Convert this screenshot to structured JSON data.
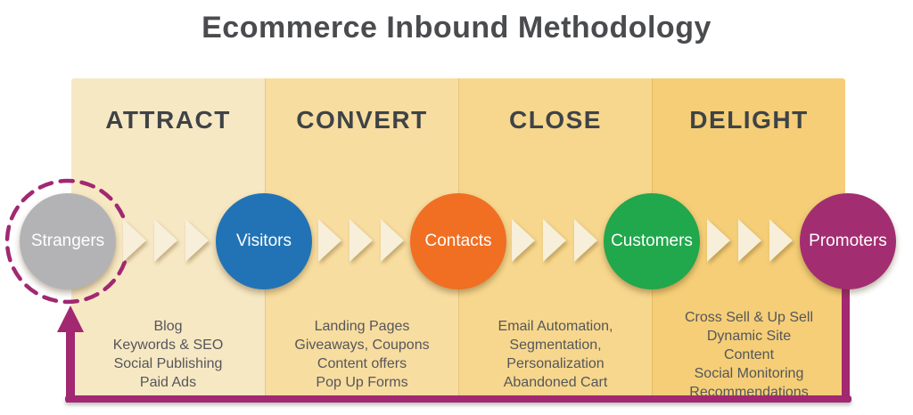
{
  "title": "Ecommerce Inbound Methodology",
  "colors": {
    "title_text": "#4A4B4E",
    "heading_text": "#3E4347",
    "panel_attract": "#F7E8C4",
    "panel_convert": "#F8DDA0",
    "panel_close": "#F7D78D",
    "panel_delight": "#F5CE77",
    "loop_magenta": "#A12871",
    "arrow_cream": "#F7EFDA"
  },
  "stages": [
    {
      "name": "ATTRACT",
      "tactics": [
        "Blog",
        "Keywords & SEO",
        "Social Publishing",
        "Paid Ads"
      ]
    },
    {
      "name": "CONVERT",
      "tactics": [
        "Landing Pages",
        "Giveaways, Coupons",
        "Content offers",
        "Pop Up Forms"
      ]
    },
    {
      "name": "CLOSE",
      "tactics": [
        "Email Automation,",
        "Segmentation,",
        "Personalization",
        "Abandoned Cart"
      ]
    },
    {
      "name": "DELIGHT",
      "tactics": [
        "Cross Sell & Up Sell",
        "Dynamic Site",
        "Content",
        "Social Monitoring",
        "Recommendations"
      ]
    }
  ],
  "personas": [
    {
      "label": "Strangers",
      "color": "#B3B3B6"
    },
    {
      "label": "Visitors",
      "color": "#2173B5"
    },
    {
      "label": "Contacts",
      "color": "#F06F23"
    },
    {
      "label": "Customers",
      "color": "#21A74C"
    },
    {
      "label": "Promoters",
      "color": "#A22E71"
    }
  ]
}
